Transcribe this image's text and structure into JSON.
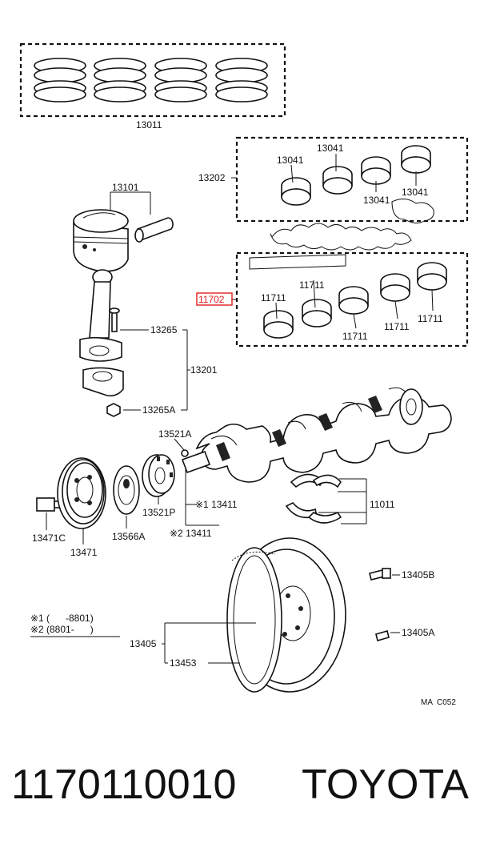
{
  "diagram": {
    "labels": {
      "piston_ring_set": "13011",
      "piston_pin": "13101",
      "rod_bearing_set": "13202",
      "rod_bearing_a": "13041",
      "rod_bearing_b": "13041",
      "rod_bearing_c": "13041",
      "rod_bearing_d": "13041",
      "main_bearing_set": "11702",
      "main_bearing_a": "11711",
      "main_bearing_b": "11711",
      "main_bearing_c": "11711",
      "main_bearing_d": "11711",
      "main_bearing_e": "11711",
      "rod_bolt": "13265",
      "connecting_rod": "13201",
      "rod_nut": "13265A",
      "key": "13521A",
      "crankshaft_1": "※1 13411",
      "crankshaft_2": "※2 13411",
      "thrust_washer": "11011",
      "pulley_bolt": "13471C",
      "pulley": "13471",
      "pulley_washer": "13566A",
      "crank_gear": "13521P",
      "flywheel_bolt": "13405B",
      "flywheel": "13405",
      "flywheel_pin": "13405A",
      "ring_gear": "13453",
      "diagram_code": "MA  C052"
    },
    "notes": [
      {
        "mark": "※1",
        "text": "(      -8801)"
      },
      {
        "mark": "※2",
        "text": "(8801-      )"
      }
    ],
    "highlight_color": "#e02020"
  },
  "footer": {
    "part_number": "1170110010",
    "brand": "TOYOTA"
  }
}
